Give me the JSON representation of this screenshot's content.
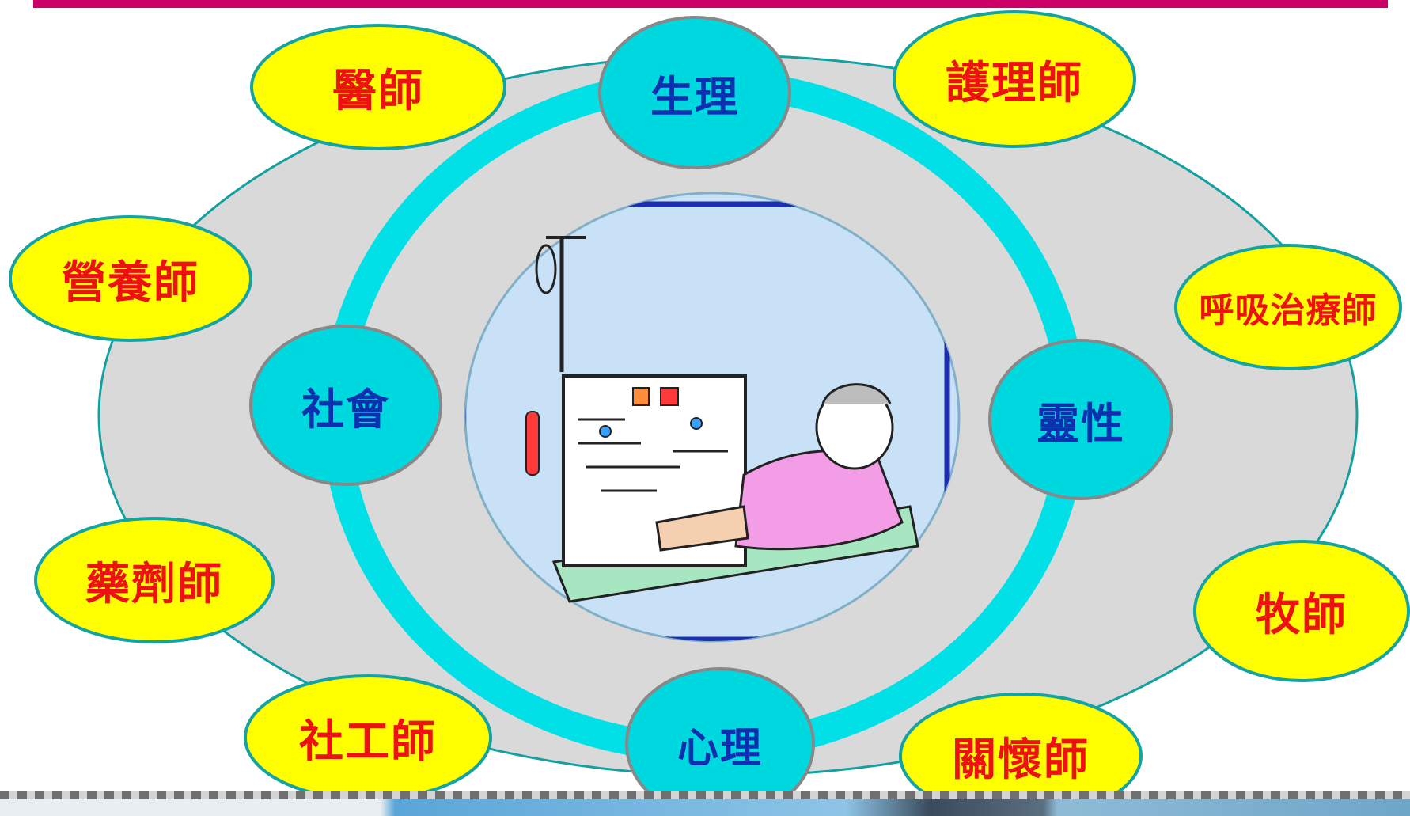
{
  "title_bar_color": "#cc0066",
  "colors": {
    "outer_ellipse": "#d9d9d9",
    "teal_ring": "#00e0e6",
    "center_circle": "#c9e1f7",
    "role_fill": "#ffff00",
    "role_stroke": "#14a3a3",
    "role_text": "#ee1111",
    "dimension_fill": "#00d8e0",
    "dimension_stroke": "#888888",
    "dimension_text": "#0d2fb0"
  },
  "dimensions": {
    "physical": "生理",
    "social": "社會",
    "spiritual": "靈性",
    "psychological": "心理"
  },
  "roles": {
    "physician": "醫師",
    "nurse": "護理師",
    "dietitian": "營養師",
    "respiratory_therapist": "呼吸治療師",
    "pharmacist": "藥劑師",
    "pastor": "牧師",
    "social_worker": "社工師",
    "chaplain": "關懷師"
  },
  "center_image": {
    "icon": "dialysis-patient-illustration"
  }
}
